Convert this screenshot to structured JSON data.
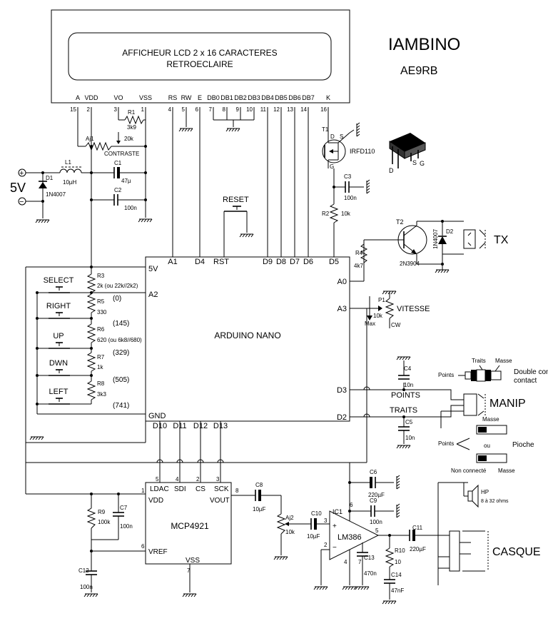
{
  "project": {
    "title": "IAMBINO",
    "callsign": "AE9RB"
  },
  "lcd": {
    "line1": "AFFICHEUR LCD 2 x 16 CARACTERES",
    "line2": "RETROECLAIRE",
    "pins": [
      {
        "name": "A",
        "num": "15"
      },
      {
        "name": "VDD",
        "num": "2"
      },
      {
        "name": "VO",
        "num": "3"
      },
      {
        "name": "VSS",
        "num": "1"
      },
      {
        "name": "RS",
        "num": "4"
      },
      {
        "name": "RW",
        "num": "5"
      },
      {
        "name": "E",
        "num": "6"
      },
      {
        "name": "DB0",
        "num": "7"
      },
      {
        "name": "DB1",
        "num": "8"
      },
      {
        "name": "DB2",
        "num": "9"
      },
      {
        "name": "DB3",
        "num": "10"
      },
      {
        "name": "DB4",
        "num": "11"
      },
      {
        "name": "DB5",
        "num": "12"
      },
      {
        "name": "DB6",
        "num": "13"
      },
      {
        "name": "DB7",
        "num": "14"
      },
      {
        "name": "K",
        "num": "16"
      }
    ]
  },
  "supply": {
    "voltage": "5V",
    "plus": "+",
    "minus": "−"
  },
  "parts": {
    "r1": {
      "ref": "R1",
      "val": "3k9"
    },
    "aj1": {
      "ref": "Aj1",
      "val": "20k",
      "note": "CONTRASTE"
    },
    "l1": {
      "ref": "L1",
      "val": "10µH"
    },
    "d1": {
      "ref": "D1",
      "val": "1N4007"
    },
    "c1": {
      "ref": "C1",
      "val": "47µ"
    },
    "c2": {
      "ref": "C2",
      "val": "100n"
    },
    "t1": {
      "ref": "T1",
      "val": "IRFD110",
      "d": "D",
      "g": "G",
      "s": "S"
    },
    "c3": {
      "ref": "C3",
      "val": "100n"
    },
    "r2": {
      "ref": "R2",
      "val": "10k"
    },
    "t2": {
      "ref": "T2",
      "val": "2N3904"
    },
    "d2": {
      "ref": "D2",
      "val": "1N4007"
    },
    "r4": {
      "ref": "R4",
      "val": "4k7"
    },
    "p1": {
      "ref": "P1",
      "val": "10k",
      "max": "Max",
      "cw": "CW",
      "note": "VITESSE"
    },
    "c4": {
      "ref": "C4",
      "val": "10n"
    },
    "c5": {
      "ref": "C5",
      "val": "10n"
    },
    "r3": {
      "ref": "R3",
      "val": "2k (ou 22k//2k2)"
    },
    "r5": {
      "ref": "R5",
      "val": "330"
    },
    "r6": {
      "ref": "R6",
      "val": "620 (ou 6k8//680)"
    },
    "r7": {
      "ref": "R7",
      "val": "1k"
    },
    "r8": {
      "ref": "R8",
      "val": "3k3"
    },
    "c6": {
      "ref": "C6",
      "val": "220µF"
    },
    "c9": {
      "ref": "C9",
      "val": "100n"
    },
    "c8": {
      "ref": "C8",
      "val": "10µF"
    },
    "aj2": {
      "ref": "Aj2",
      "val": "10k"
    },
    "c10": {
      "ref": "C10",
      "val": "10µF"
    },
    "ic1": {
      "ref": "IC1",
      "val": "LM386"
    },
    "c13": {
      "ref": "C13",
      "val": "470n"
    },
    "r10": {
      "ref": "R10",
      "val": "10"
    },
    "c14": {
      "ref": "C14",
      "val": "47nF"
    },
    "c11": {
      "ref": "C11",
      "val": "220µF"
    },
    "r9": {
      "ref": "R9",
      "val": "100k"
    },
    "c7": {
      "ref": "C7",
      "val": "100n"
    },
    "c12": {
      "ref": "C12",
      "val": "100n"
    },
    "hp": {
      "ref": "HP",
      "val": "8 à 32 ohms"
    }
  },
  "reset": "RESET",
  "buttons": [
    {
      "label": "SELECT",
      "adc": "(0)"
    },
    {
      "label": "RIGHT",
      "adc": "(145)"
    },
    {
      "label": "UP",
      "adc": "(329)"
    },
    {
      "label": "DWN",
      "adc": "(505)"
    },
    {
      "label": "LEFT",
      "adc": "(741)"
    }
  ],
  "nano": {
    "name": "ARDUINO NANO",
    "top": [
      "A1",
      "D4",
      "RST",
      "D9",
      "D8",
      "D7",
      "D6",
      "D5"
    ],
    "left": [
      "5V",
      "A2",
      "GND"
    ],
    "right": [
      "A0",
      "A3",
      "D3",
      "D2"
    ],
    "bottom": [
      "D10",
      "D11",
      "D12",
      "D13"
    ]
  },
  "dac": {
    "name": "MCP4921",
    "pins": {
      "ldac": "LDAC",
      "sdi": "SDI",
      "cs": "CS",
      "sck": "SCK",
      "vdd": "VDD",
      "vref": "VREF",
      "vss": "VSS",
      "vout": "VOUT"
    },
    "nums": {
      "ldac": "5",
      "sdi": "4",
      "cs": "2",
      "sck": "3",
      "vdd": "1",
      "vref": "6",
      "vss": "7",
      "vout": "8"
    }
  },
  "lm386": {
    "nums": {
      "p3": "3",
      "p2": "2",
      "p6": "6",
      "p4": "4",
      "p5": "5",
      "p7": "7"
    }
  },
  "outputs": {
    "tx": "TX",
    "manip": "MANIP",
    "casque": "CASQUE",
    "points": "POINTS",
    "traits": "TRAITS",
    "traits_lc": "Traits",
    "masse": "Masse",
    "points_lc": "Points",
    "double_contact": "Double\ncontact",
    "ou": "ou",
    "pioche": "Pioche",
    "non_connecte": "Non connecté"
  }
}
